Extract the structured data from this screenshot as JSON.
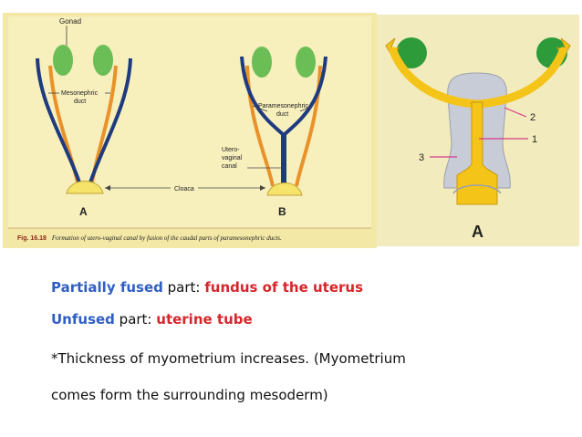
{
  "figure_left": {
    "labels": {
      "gonad": "Gonad",
      "mesonephric_duct_1": "Mesonephric",
      "mesonephric_duct_2": "duct",
      "paramesonephric_duct_1": "Paramesonephric",
      "paramesonephric_duct_2": "duct",
      "utero_vaginal_1": "Utero-",
      "utero_vaginal_2": "vaginal",
      "utero_vaginal_3": "canal",
      "cloaca": "Cloaca",
      "panel_a": "A",
      "panel_b": "B"
    },
    "caption": {
      "prefix": "Fig. 16.18",
      "text": "Formation of utero-vaginal canal by fusion of the caudal parts of paramesonephric ducts."
    }
  },
  "figure_right": {
    "labels": {
      "num_1": "1",
      "num_2": "2",
      "num_3": "3",
      "panel_a": "A"
    }
  },
  "text": {
    "line1": {
      "term": "Partially fused",
      "mid": " part: ",
      "answer": "fundus of the uterus"
    },
    "line2": {
      "term": "Unfused",
      "mid": " part: ",
      "answer": "uterine tube"
    },
    "line3": "*Thickness of myometrium increases. (Myometrium",
    "line4": "comes form the surrounding mesoderm)"
  },
  "colors": {
    "panel_bg": "#f3e8a6",
    "gonad": "#6bbd55",
    "mesonephric": "#e9922a",
    "paramesonephric": "#1f3b80",
    "cloaca": "#f5e36a",
    "blue_text": "#2f5fc4",
    "red_text": "#d7262b",
    "right_bg": "#f2ebbd",
    "tube_yellow": "#f4c418",
    "uterus_gray": "#c8ccd6",
    "leader_pink": "#d63a8c"
  }
}
